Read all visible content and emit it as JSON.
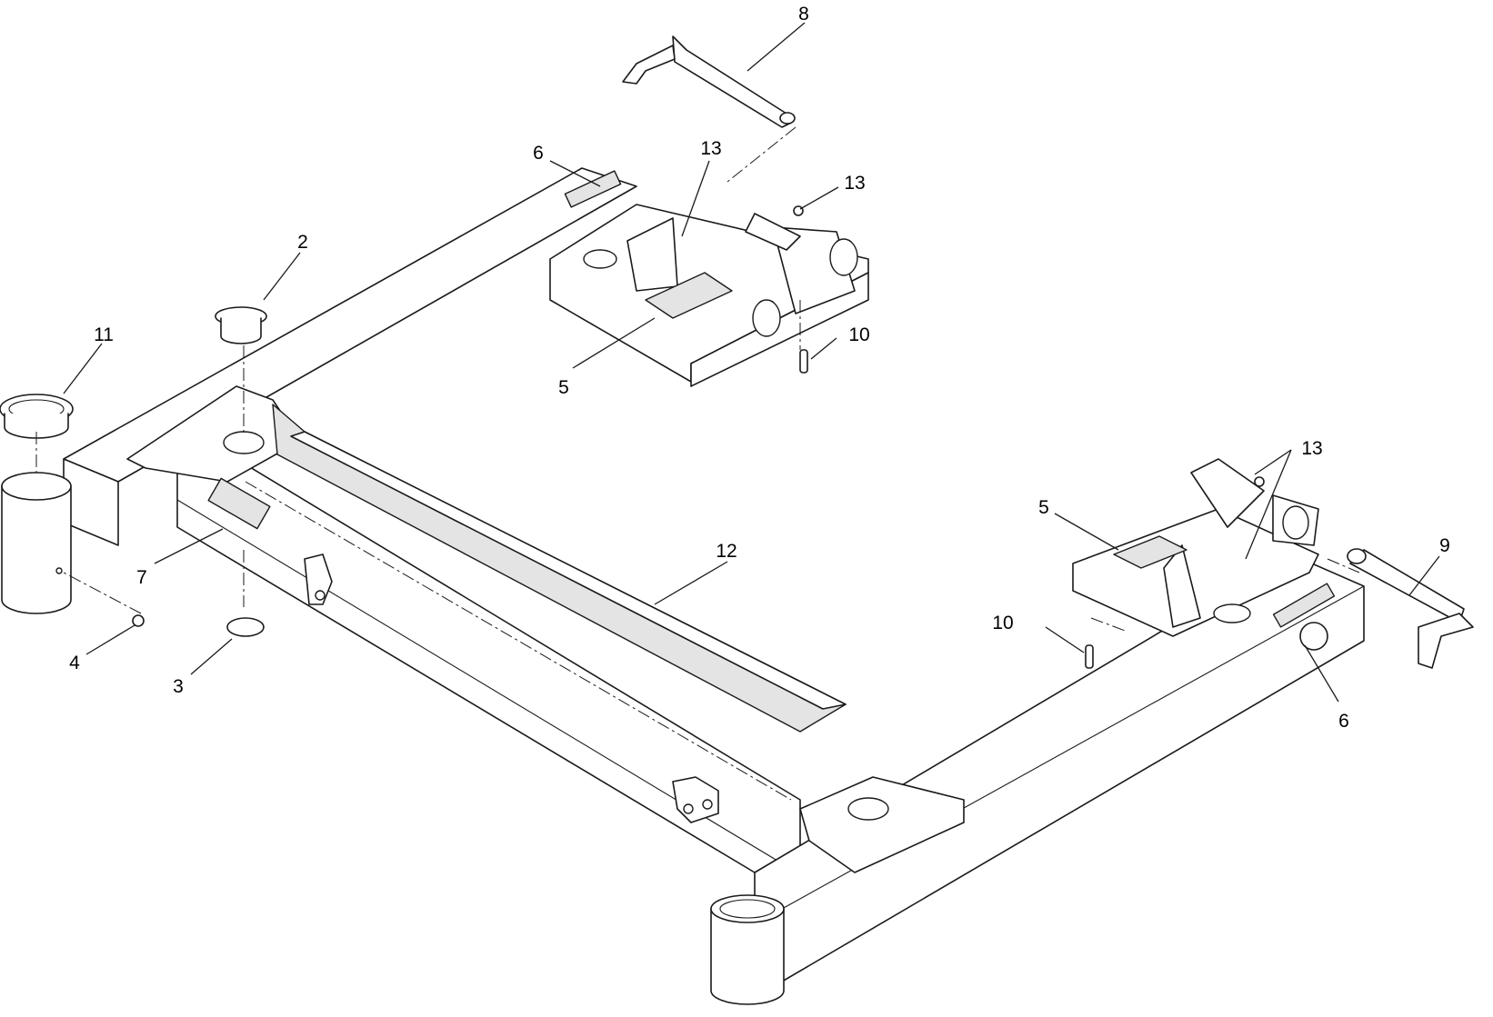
{
  "callouts": {
    "c1": "8",
    "c2": "6",
    "c3": "13",
    "c4": "13",
    "c5": "2",
    "c6": "11",
    "c7": "10",
    "c8": "5",
    "c9": "13",
    "c10": "5",
    "c11": "9",
    "c12": "12",
    "c13": "7",
    "c14": "10",
    "c15": "4",
    "c16": "3",
    "c17": "6"
  }
}
